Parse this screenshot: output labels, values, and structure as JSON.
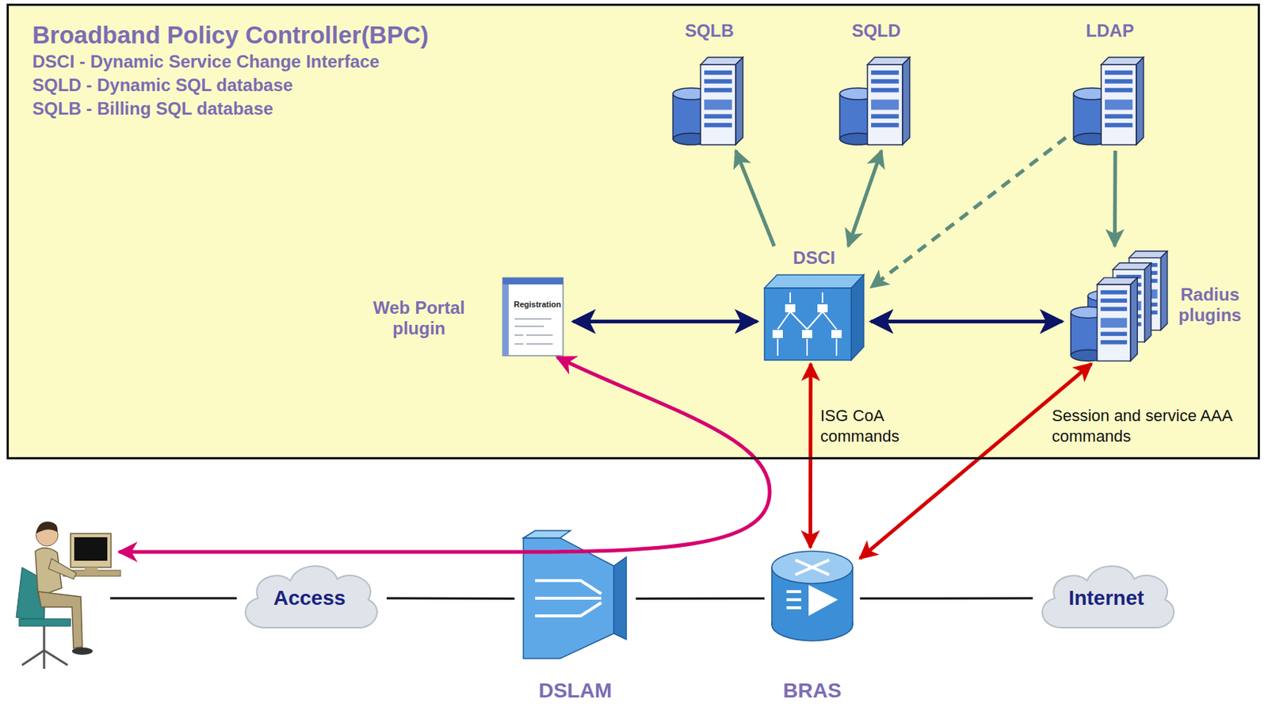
{
  "diagram": {
    "nodes": [
      {
        "text": [
          "Broadband Policy Controller(BPC)",
          "DSCI - Dynamic Service Change Interface",
          "SQLD - Dynamic SQL database",
          "SQLB - Billing SQL database"
        ]
      },
      {
        "text": [
          "SQLB"
        ],
        "in": 0
      },
      {
        "text": [
          "SQLD"
        ],
        "in": 0
      },
      {
        "text": [
          "LDAP"
        ],
        "in": 0
      },
      {
        "text": [
          "DSCI"
        ],
        "in": 0
      },
      {
        "text": [
          "Web Portal plugin"
        ],
        "in": 0
      },
      {
        "text": [
          "Radius plugins"
        ],
        "in": 0
      },
      {
        "text": [
          "Access"
        ]
      },
      {
        "text": [
          "DSLAM"
        ]
      },
      {
        "text": [
          "BRAS"
        ]
      },
      {
        "text": [
          "Internet"
        ]
      }
    ],
    "edges": [
      {
        "from": 4,
        "to": 1,
        "arrow": "to"
      },
      {
        "from": 4,
        "to": 2,
        "arrow": "both"
      },
      {
        "from": 3,
        "to": 4,
        "arrow": "to"
      },
      {
        "from": 3,
        "to": 6,
        "arrow": "to"
      },
      {
        "from": 5,
        "to": 4,
        "arrow": "both"
      },
      {
        "from": 4,
        "to": 6,
        "arrow": "both"
      },
      {
        "from": 4,
        "to": 9,
        "label": "ISG CoA commands",
        "arrow": "both"
      },
      {
        "from": 6,
        "to": 9,
        "label": "Session and service AAA commands",
        "arrow": "both"
      },
      {
        "from": 7,
        "to": 8,
        "arrow": "none"
      },
      {
        "from": 8,
        "to": 9,
        "arrow": "none"
      },
      {
        "from": 9,
        "to": 10,
        "arrow": "none"
      }
    ],
    "labels": [
      "Registration"
    ]
  }
}
